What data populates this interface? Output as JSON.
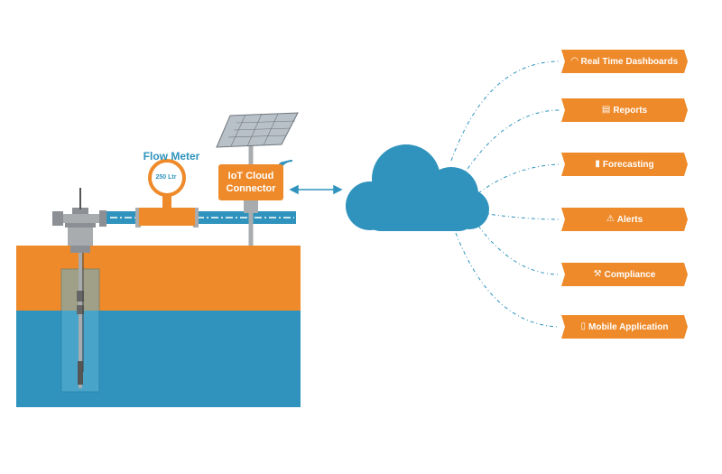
{
  "flow_meter": {
    "title": "Flow Meter",
    "reading": "250 Ltr"
  },
  "iot_connector": {
    "line1": "IoT Cloud",
    "line2": "Connector"
  },
  "outputs": [
    {
      "label": "Real Time Dashboards",
      "icon": "gauge-icon"
    },
    {
      "label": "Reports",
      "icon": "document-icon"
    },
    {
      "label": "Forecasting",
      "icon": "bar-chart-icon"
    },
    {
      "label": "Alerts",
      "icon": "warning-icon"
    },
    {
      "label": "Compliance",
      "icon": "gavel-icon"
    },
    {
      "label": "Mobile Application",
      "icon": "mobile-icon"
    }
  ],
  "colors": {
    "orange": "#ee8a2a",
    "blue": "#2f93bd",
    "grey": "#a8acaf",
    "white": "#ffffff"
  }
}
